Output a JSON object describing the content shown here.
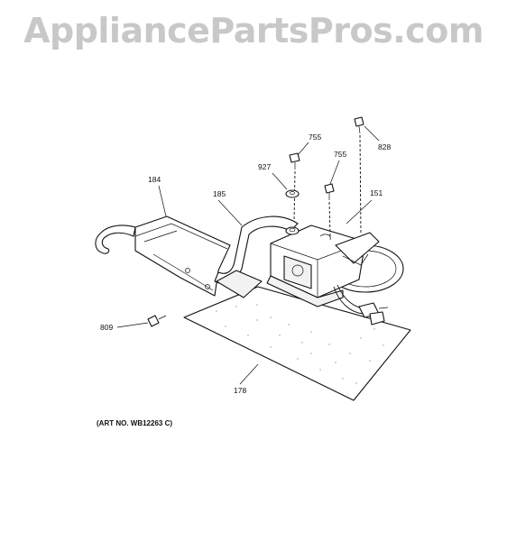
{
  "watermark": "AppliancePartsPros.com",
  "art_number": "(ART NO. WB12263 C)",
  "callouts": {
    "p828": "828",
    "p755a": "755",
    "p755b": "755",
    "p927": "927",
    "p184": "184",
    "p185": "185",
    "p151": "151",
    "p809": "809",
    "p178": "178"
  }
}
